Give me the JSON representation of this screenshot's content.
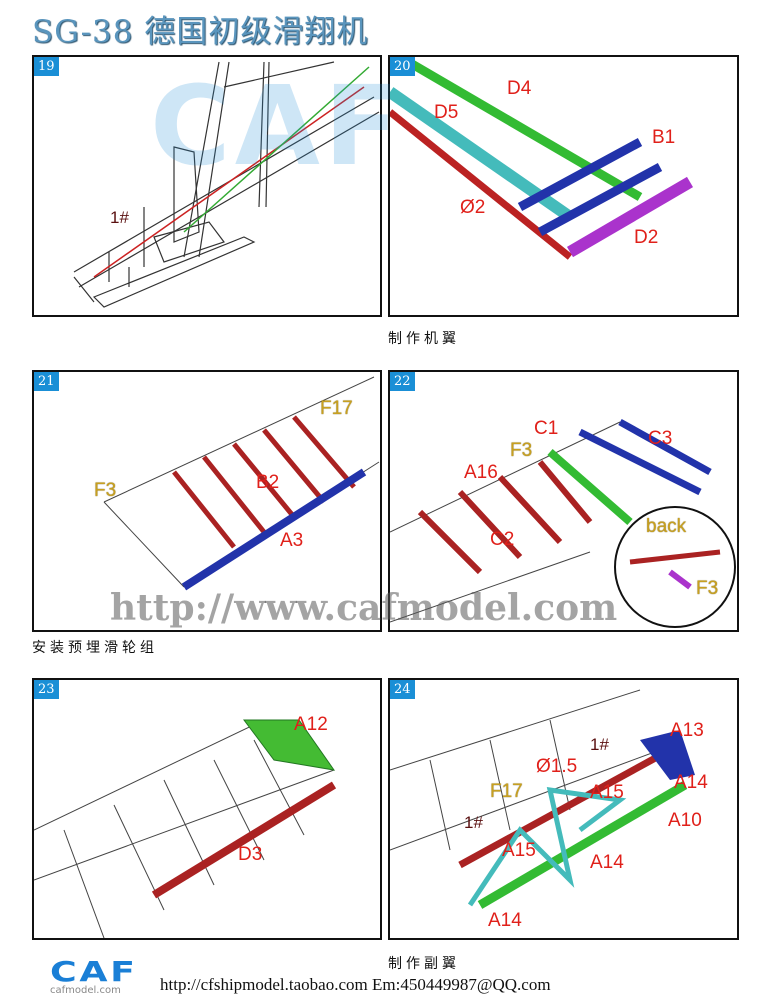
{
  "title": "SG-38  德国初级滑翔机",
  "panels": [
    {
      "num": "19",
      "labels": [
        "1#"
      ]
    },
    {
      "num": "20",
      "labels": [
        "D4",
        "D5",
        "B1",
        "Ø2",
        "D2"
      ]
    },
    {
      "num": "21",
      "labels": [
        "F17",
        "F3",
        "B2",
        "A3"
      ]
    },
    {
      "num": "22",
      "labels": [
        "C1",
        "C3",
        "F3",
        "A16",
        "C2",
        "back",
        "F3"
      ]
    },
    {
      "num": "23",
      "labels": [
        "A12",
        "D3"
      ]
    },
    {
      "num": "24",
      "labels": [
        "A13",
        "1#",
        "Ø1.5",
        "A14",
        "F17",
        "A15",
        "A10",
        "1#",
        "A15",
        "A14",
        "A14"
      ]
    }
  ],
  "captions": {
    "wing": "制作机翼",
    "pulley": "安装预埋滑轮组",
    "aileron": "制作副翼"
  },
  "watermark": {
    "url": "http://www.cafmodel.com",
    "logo": "CAF"
  },
  "footer": {
    "logo": "CAF",
    "logo_sub": "cafmodel.com",
    "contact": "http://cfshipmodel.taobao.com   Em:450449987@QQ.com"
  }
}
